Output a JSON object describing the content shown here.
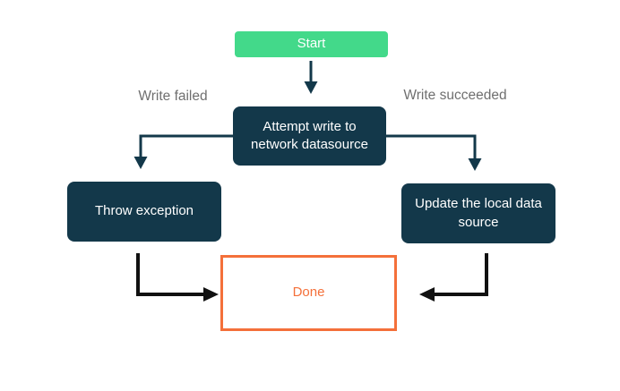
{
  "diagram": {
    "type": "flowchart",
    "nodes": {
      "start": {
        "label": "Start"
      },
      "attempt_write": {
        "label": "Attempt write to network datasource"
      },
      "throw_exception": {
        "label": "Throw exception"
      },
      "update_local": {
        "label": "Update the local data source"
      },
      "done": {
        "label": "Done"
      }
    },
    "edges": [
      {
        "from": "start",
        "to": "attempt_write",
        "label": ""
      },
      {
        "from": "attempt_write",
        "to": "throw_exception",
        "label": "Write failed"
      },
      {
        "from": "attempt_write",
        "to": "update_local",
        "label": "Write succeeded"
      },
      {
        "from": "throw_exception",
        "to": "done",
        "label": ""
      },
      {
        "from": "update_local",
        "to": "done",
        "label": ""
      }
    ]
  },
  "colors": {
    "start_fill": "#43d98a",
    "node_fill": "#13384a",
    "node_text": "#ffffff",
    "edge_navy": "#13384a",
    "edge_black": "#111111",
    "edge_label_gray": "#6f6f6f",
    "done_accent": "#f4703a",
    "page_bg": "#ffffff"
  }
}
